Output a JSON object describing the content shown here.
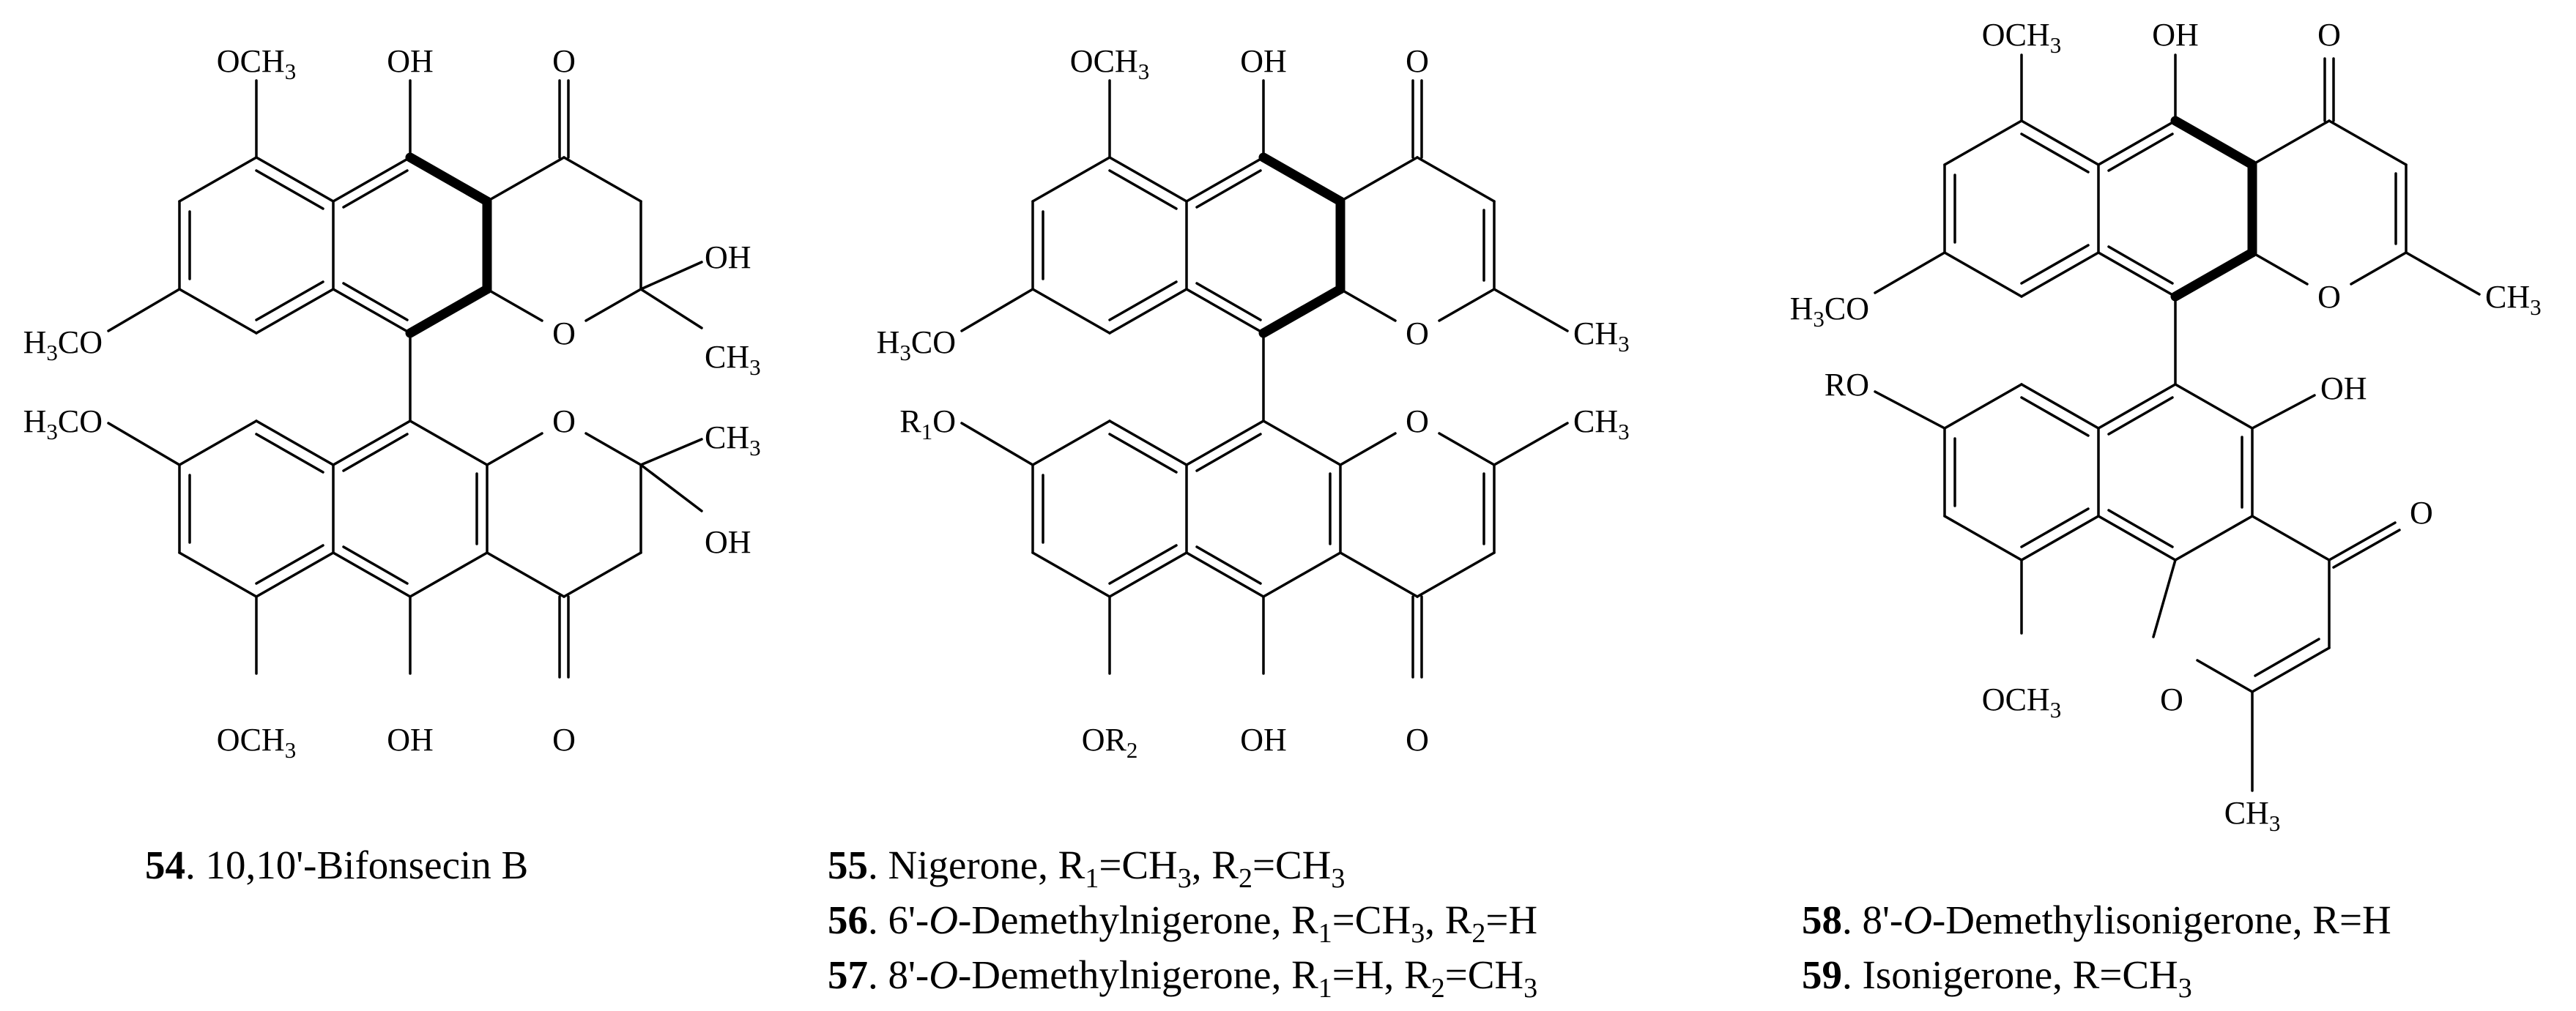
{
  "compounds": [
    {
      "id": "s54",
      "top": {
        "ome_top": "OCH3",
        "oh_top": "OH",
        "carbonyl": "O",
        "side_oh": "OH",
        "ome_left": "H3CO",
        "ring_o": "O",
        "methyl": "CH3"
      },
      "bottom": {
        "ome_left": "H3CO",
        "ring_o": "O",
        "methyl": "CH3",
        "side_oh": "OH",
        "ome_bottom": "OCH3",
        "oh_bottom": "OH",
        "carbonyl": "O"
      },
      "captions": [
        {
          "num": "54",
          "name": ". 10,10'-Bifonsecin B"
        }
      ]
    },
    {
      "id": "s55",
      "top": {
        "ome_top": "OCH3",
        "oh_top": "OH",
        "carbonyl": "O",
        "ome_left": "H3CO",
        "ring_o": "O",
        "methyl": "CH3"
      },
      "bottom": {
        "r1o": "R1O",
        "ring_o": "O",
        "methyl": "CH3",
        "or2": "OR2",
        "oh_bottom": "OH",
        "carbonyl": "O"
      },
      "captions": [
        {
          "num": "55",
          "name": ". Nigerone, R1=CH3, R2=CH3"
        },
        {
          "num": "56",
          "name": ". 6'-O-Demethylnigerone, R1=CH3, R2=H"
        },
        {
          "num": "57",
          "name": ". 8'-O-Demethylnigerone, R1=H, R2=CH3"
        }
      ]
    },
    {
      "id": "s58",
      "top": {
        "ome_top": "OCH3",
        "oh_top": "OH",
        "carbonyl": "O",
        "ome_left": "H3CO",
        "ring_o": "O",
        "methyl": "CH3"
      },
      "bottom": {
        "ro": "RO",
        "oh_right": "OH",
        "carbonyl": "O",
        "ome_bottom": "OCH3",
        "ring_o": "O",
        "methyl": "CH3"
      },
      "captions": [
        {
          "num": "58",
          "name": ". 8'-O-Demethylisonigerone, R=H"
        },
        {
          "num": "59",
          "name": ". Isonigerone, R=CH3"
        }
      ]
    }
  ]
}
